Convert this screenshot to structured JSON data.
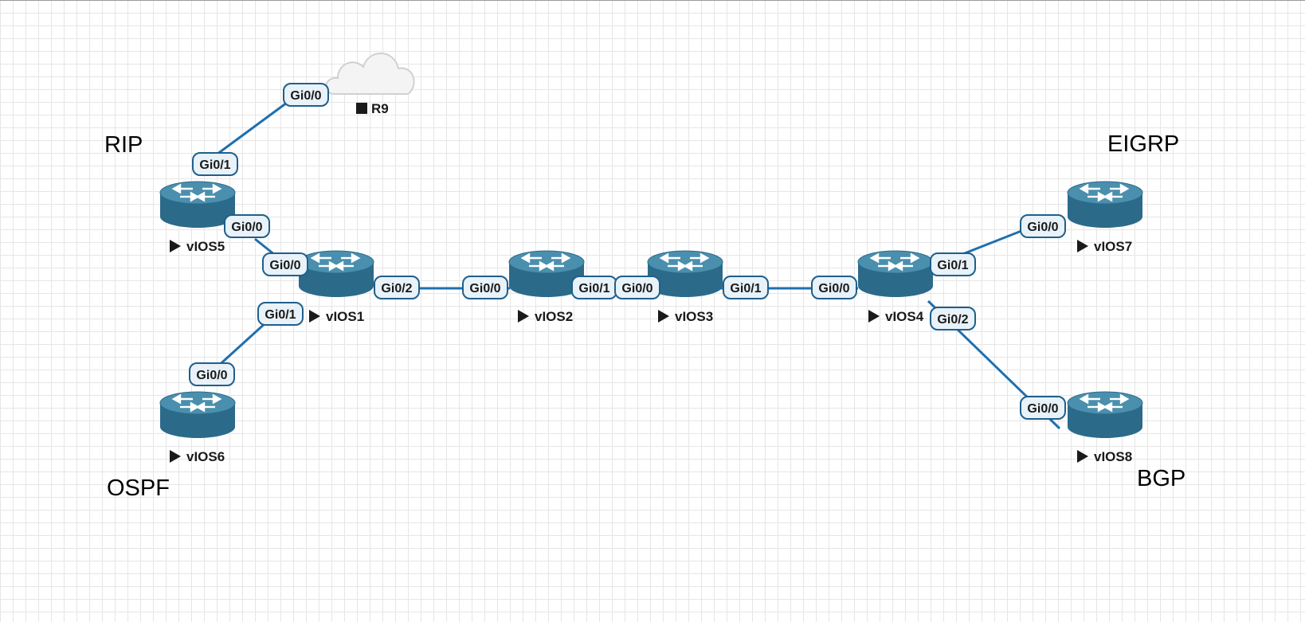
{
  "protocol_labels": {
    "rip": "RIP",
    "ospf": "OSPF",
    "eigrp": "EIGRP",
    "bgp": "BGP"
  },
  "nodes": {
    "vios1": {
      "name": "vIOS1",
      "status_icon": "play-icon"
    },
    "vios2": {
      "name": "vIOS2",
      "status_icon": "play-icon"
    },
    "vios3": {
      "name": "vIOS3",
      "status_icon": "play-icon"
    },
    "vios4": {
      "name": "vIOS4",
      "status_icon": "play-icon"
    },
    "vios5": {
      "name": "vIOS5",
      "status_icon": "play-icon"
    },
    "vios6": {
      "name": "vIOS6",
      "status_icon": "play-icon"
    },
    "vios7": {
      "name": "vIOS7",
      "status_icon": "play-icon"
    },
    "vios8": {
      "name": "vIOS8",
      "status_icon": "play-icon"
    },
    "r9": {
      "name": "R9",
      "status_icon": "stop-icon",
      "icon": "cloud-icon"
    }
  },
  "links": [
    {
      "id": "r9-vios5",
      "a_port": "Gi0/0",
      "b_port": "Gi0/1"
    },
    {
      "id": "vios5-vios1",
      "a_port": "Gi0/0",
      "b_port": "Gi0/0"
    },
    {
      "id": "vios1-vios6",
      "a_port": "Gi0/1",
      "b_port": "Gi0/0"
    },
    {
      "id": "vios1-vios2",
      "a_port": "Gi0/2",
      "b_port": "Gi0/0"
    },
    {
      "id": "vios2-vios3",
      "a_port": "Gi0/1",
      "b_port": "Gi0/0"
    },
    {
      "id": "vios3-vios4",
      "a_port": "Gi0/1",
      "b_port": "Gi0/0"
    },
    {
      "id": "vios4-vios7",
      "a_port": "Gi0/1",
      "b_port": "Gi0/0"
    },
    {
      "id": "vios4-vios8",
      "a_port": "Gi0/2",
      "b_port": "Gi0/0"
    }
  ],
  "colors": {
    "link": "#1f6fad",
    "router_body": "#2c6a8a",
    "router_top": "#4a8fae",
    "port_fill": "#e8f2f8",
    "port_border": "#1f5f8c"
  }
}
